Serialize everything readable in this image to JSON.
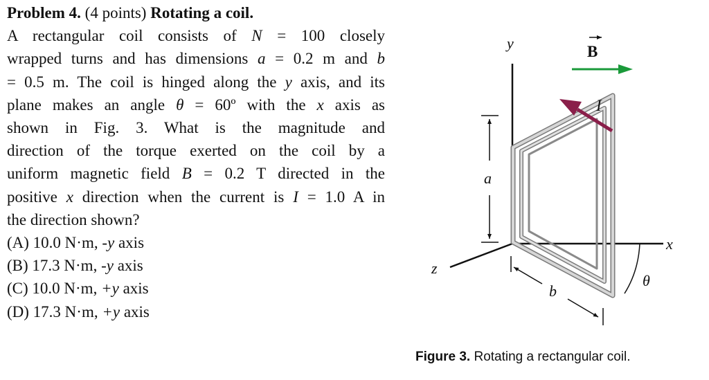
{
  "problem": {
    "number_label": "Problem 4.",
    "points": "(4 points)",
    "title": "Rotating a coil.",
    "l1": [
      "A rectangular coil consists of ",
      "N",
      " = 100 closely"
    ],
    "l2": [
      "wrapped turns and has dimensions ",
      "a",
      " = 0.2 m and ",
      "b"
    ],
    "l3": [
      "= 0.5 m. The coil is hinged along the ",
      "y",
      " axis, and its"
    ],
    "l4": [
      "plane makes an angle ",
      "θ",
      " = 60º with the ",
      "x",
      " axis as"
    ],
    "l5": "shown in Fig. 3. What is the magnitude and",
    "l6": "direction of the torque exerted on the coil by a",
    "l7": [
      "uniform magnetic field ",
      "B",
      " = 0.2 T directed in the"
    ],
    "l8": [
      "positive ",
      "x",
      " direction when the current is ",
      "I",
      " = 1.0 A in"
    ],
    "l9": "the direction shown?",
    "options": [
      {
        "label": "(A) 10.0 N·m, ",
        "axis": "-y",
        "suffix": " axis"
      },
      {
        "label": "(B) 17.3 N·m, ",
        "axis": "-y",
        "suffix": " axis"
      },
      {
        "label": "(C) 10.0 N·m, ",
        "axis": "+y",
        "suffix": " axis"
      },
      {
        "label": "(D) 17.3 N·m, ",
        "axis": "+y",
        "suffix": " axis"
      }
    ]
  },
  "figure": {
    "label_y": "y",
    "label_B": "B",
    "label_I": "I",
    "label_a": "a",
    "label_x": "x",
    "label_z": "z",
    "label_b": "b",
    "label_theta": "θ",
    "colors": {
      "field_arrow": "#1a9a3a",
      "current_arrow": "#8a1f4a",
      "coil": "#b0b0b0"
    }
  },
  "caption": {
    "bold": "Figure 3.",
    "text": " Rotating a rectangular coil."
  }
}
